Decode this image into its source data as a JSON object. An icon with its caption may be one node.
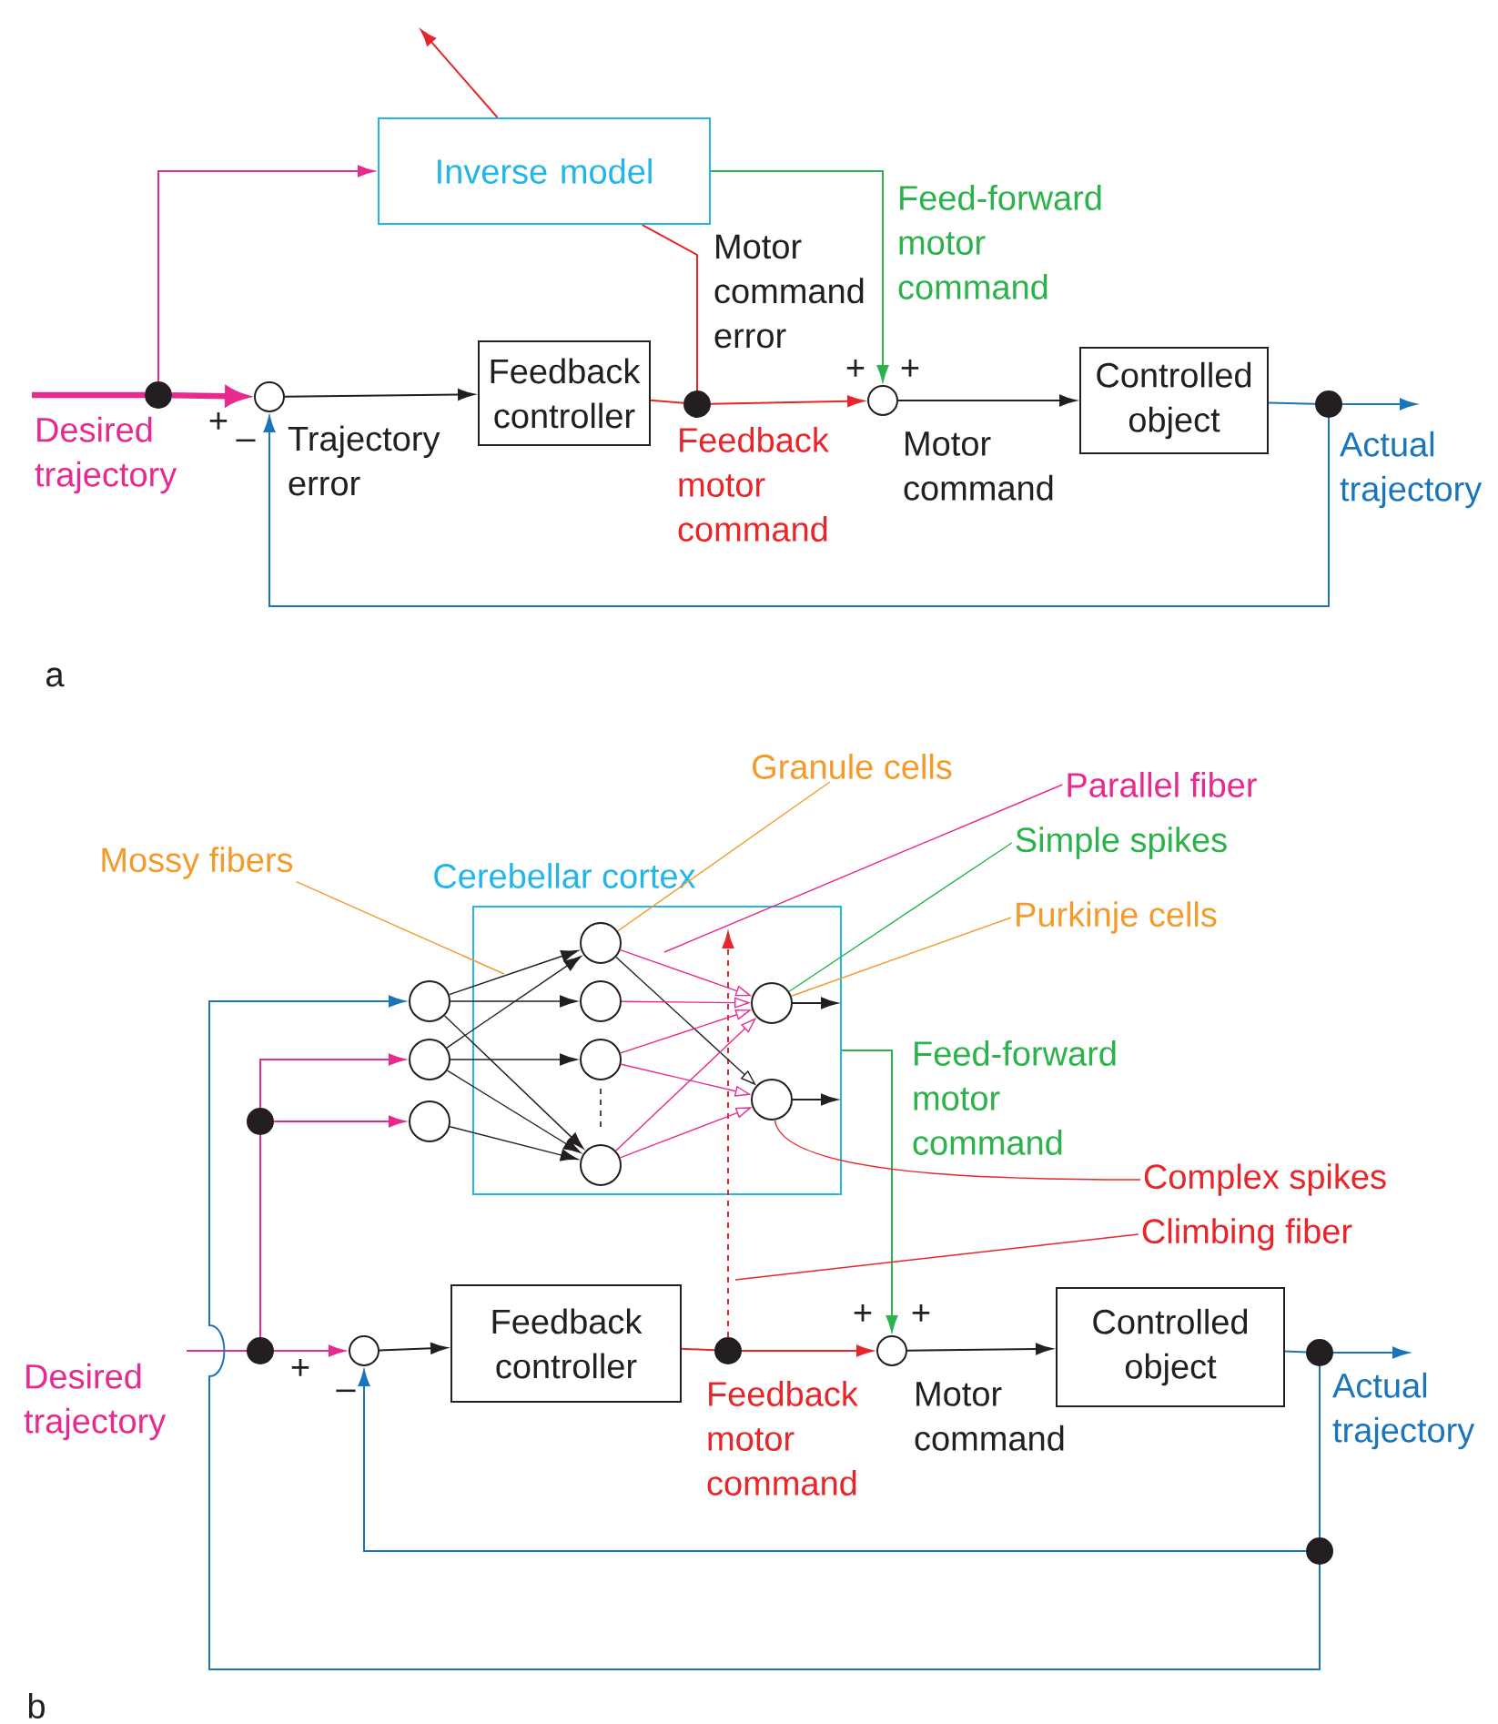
{
  "diagram": {
    "nodes": [
      {
        "text": [
          "Inverse model"
        ]
      },
      {
        "text": [
          "Feedback controller"
        ]
      },
      {
        "text": [
          "Controlled object"
        ]
      },
      {
        "text": [],
        "shape": "circle"
      },
      {
        "text": [],
        "shape": "circle"
      },
      {
        "text": [],
        "shape": "dot"
      },
      {
        "text": [],
        "shape": "dot"
      },
      {
        "text": [],
        "shape": "dot"
      },
      {
        "text": [
          "Desired trajectory"
        ]
      },
      {
        "text": [
          "Actual trajectory"
        ]
      },
      {
        "text": [
          "Cerebellar cortex"
        ]
      },
      {
        "text": [],
        "shape": "circle"
      },
      {
        "text": [],
        "shape": "circle"
      },
      {
        "text": [],
        "shape": "circle"
      },
      {
        "text": [],
        "shape": "circle",
        "in": 10
      },
      {
        "text": [],
        "shape": "circle",
        "in": 10
      },
      {
        "text": [],
        "shape": "circle",
        "in": 10
      },
      {
        "text": [],
        "shape": "circle",
        "in": 10
      },
      {
        "text": [],
        "shape": "circle",
        "in": 10
      },
      {
        "text": [],
        "shape": "circle",
        "in": 10
      },
      {
        "text": [
          "Feedback controller"
        ]
      },
      {
        "text": [
          "Controlled object"
        ]
      },
      {
        "text": [],
        "shape": "circle"
      },
      {
        "text": [],
        "shape": "circle"
      },
      {
        "text": [],
        "shape": "dot"
      },
      {
        "text": [],
        "shape": "dot"
      },
      {
        "text": [],
        "shape": "dot"
      },
      {
        "text": [],
        "shape": "dot"
      },
      {
        "text": [],
        "shape": "dot"
      },
      {
        "text": [
          "Desired trajectory"
        ]
      },
      {
        "text": [
          "Actual trajectory"
        ]
      },
      {
        "text": [
          "Granule cells"
        ]
      },
      {
        "text": [
          "Mossy fibers"
        ]
      },
      {
        "text": [
          "Parallel fiber"
        ]
      },
      {
        "text": [
          "Simple spikes"
        ]
      },
      {
        "text": [
          "Purkinje cells"
        ]
      },
      {
        "text": [
          "Complex spikes"
        ]
      },
      {
        "text": [
          "Climbing fiber"
        ]
      }
    ],
    "edges": [
      {
        "from": 8,
        "to": 5,
        "arrow": "none",
        "style": "thick",
        "color": "#e8298e"
      },
      {
        "from": 5,
        "to": 3,
        "arrow": "to",
        "style": "thick",
        "color": "#e8298e"
      },
      {
        "from": 5,
        "to": 0,
        "arrow": "to",
        "color": "#e8298e"
      },
      {
        "from": 3,
        "to": 1,
        "arrow": "to",
        "label": "Trajectory error",
        "color": "#231f20"
      },
      {
        "from": 1,
        "to": 6,
        "arrow": "none",
        "color": "#e8262a"
      },
      {
        "from": 6,
        "to": 4,
        "arrow": "to",
        "label": "Feedback motor command",
        "color": "#e8262a"
      },
      {
        "from": 6,
        "to": 0,
        "arrow": "none",
        "label": "Motor command error",
        "color": "#e8262a"
      },
      {
        "from": 0,
        "to": null,
        "arrow": "to",
        "color": "#e8262a"
      },
      {
        "from": 0,
        "to": 4,
        "arrow": "to",
        "label": "Feed-forward motor command",
        "color": "#2bb24a"
      },
      {
        "from": 4,
        "to": 2,
        "arrow": "to",
        "label": "Motor command",
        "color": "#231f20"
      },
      {
        "from": 2,
        "to": 7,
        "arrow": "none",
        "color": "#1a75bb"
      },
      {
        "from": 7,
        "to": 9,
        "arrow": "to",
        "color": "#1a75bb"
      },
      {
        "from": 7,
        "to": 3,
        "arrow": "to",
        "color": "#1a75bb"
      },
      {
        "from": 29,
        "to": 24,
        "arrow": "none",
        "color": "#e8298e"
      },
      {
        "from": 24,
        "to": 22,
        "arrow": "to",
        "color": "#e8298e"
      },
      {
        "from": 24,
        "to": 25,
        "arrow": "none",
        "color": "#e8298e"
      },
      {
        "from": 25,
        "to": 13,
        "arrow": "to",
        "color": "#e8298e"
      },
      {
        "from": 25,
        "to": 12,
        "arrow": "to",
        "color": "#e8298e"
      },
      {
        "from": 21,
        "to": 27,
        "arrow": "none",
        "color": "#1a75bb"
      },
      {
        "from": 27,
        "to": 30,
        "arrow": "to",
        "color": "#1a75bb"
      },
      {
        "from": 27,
        "to": 28,
        "arrow": "none",
        "color": "#1a75bb"
      },
      {
        "from": 28,
        "to": 22,
        "arrow": "to",
        "color": "#1a75bb"
      },
      {
        "from": 28,
        "to": 11,
        "arrow": "to",
        "color": "#1a75bb"
      },
      {
        "from": 22,
        "to": 20,
        "arrow": "to",
        "color": "#231f20"
      },
      {
        "from": 20,
        "to": 26,
        "arrow": "none",
        "color": "#e8262a"
      },
      {
        "from": 26,
        "to": 23,
        "arrow": "to",
        "label": "Feedback motor command",
        "color": "#e8262a"
      },
      {
        "from": 26,
        "to": null,
        "arrow": "to",
        "style": "dashed",
        "color": "#e8262a"
      },
      {
        "from": 23,
        "to": 21,
        "arrow": "to",
        "label": "Motor command",
        "color": "#231f20"
      },
      {
        "from": 10,
        "to": 23,
        "arrow": "to",
        "label": "Feed-forward motor command",
        "color": "#2bb24a"
      },
      {
        "from": 18,
        "to": null,
        "arrow": "to",
        "color": "#231f20"
      },
      {
        "from": 19,
        "to": null,
        "arrow": "to",
        "color": "#231f20"
      },
      {
        "from": 11,
        "to": 14,
        "arrow": "to",
        "color": "#231f20"
      },
      {
        "from": 11,
        "to": 15,
        "arrow": "to",
        "color": "#231f20"
      },
      {
        "from": 11,
        "to": 17,
        "arrow": "to",
        "color": "#231f20"
      },
      {
        "from": 12,
        "to": 14,
        "arrow": "to",
        "color": "#231f20"
      },
      {
        "from": 12,
        "to": 16,
        "arrow": "to",
        "color": "#231f20"
      },
      {
        "from": 12,
        "to": 17,
        "arrow": "to",
        "color": "#231f20"
      },
      {
        "from": 13,
        "to": 17,
        "arrow": "to",
        "color": "#231f20"
      },
      {
        "from": 14,
        "to": 18,
        "arrow": "to",
        "color": "#e8298e"
      },
      {
        "from": 14,
        "to": 19,
        "arrow": "to",
        "color": "#231f20"
      },
      {
        "from": 15,
        "to": 18,
        "arrow": "to",
        "color": "#e8298e"
      },
      {
        "from": 16,
        "to": 18,
        "arrow": "to",
        "color": "#e8298e"
      },
      {
        "from": 16,
        "to": 19,
        "arrow": "to",
        "color": "#e8298e"
      },
      {
        "from": 17,
        "to": 18,
        "arrow": "to",
        "color": "#e8298e"
      },
      {
        "from": 17,
        "to": 19,
        "arrow": "to",
        "color": "#e8298e"
      },
      {
        "from": 31,
        "to": 14,
        "arrow": "none",
        "color": "#f39a2b"
      },
      {
        "from": 32,
        "to": null,
        "arrow": "none",
        "color": "#f39a2b"
      },
      {
        "from": 33,
        "to": null,
        "arrow": "none",
        "color": "#e8298e"
      },
      {
        "from": 34,
        "to": 18,
        "arrow": "none",
        "color": "#2bb24a"
      },
      {
        "from": 35,
        "to": 18,
        "arrow": "none",
        "color": "#f39a2b"
      },
      {
        "from": 36,
        "to": 19,
        "arrow": "none",
        "color": "#e8262a"
      },
      {
        "from": 37,
        "to": null,
        "arrow": "none",
        "color": "#e8262a"
      }
    ],
    "labels": [
      "+",
      "–",
      "+",
      "+",
      "a",
      "+",
      "–",
      "+",
      "+",
      "b"
    ]
  }
}
